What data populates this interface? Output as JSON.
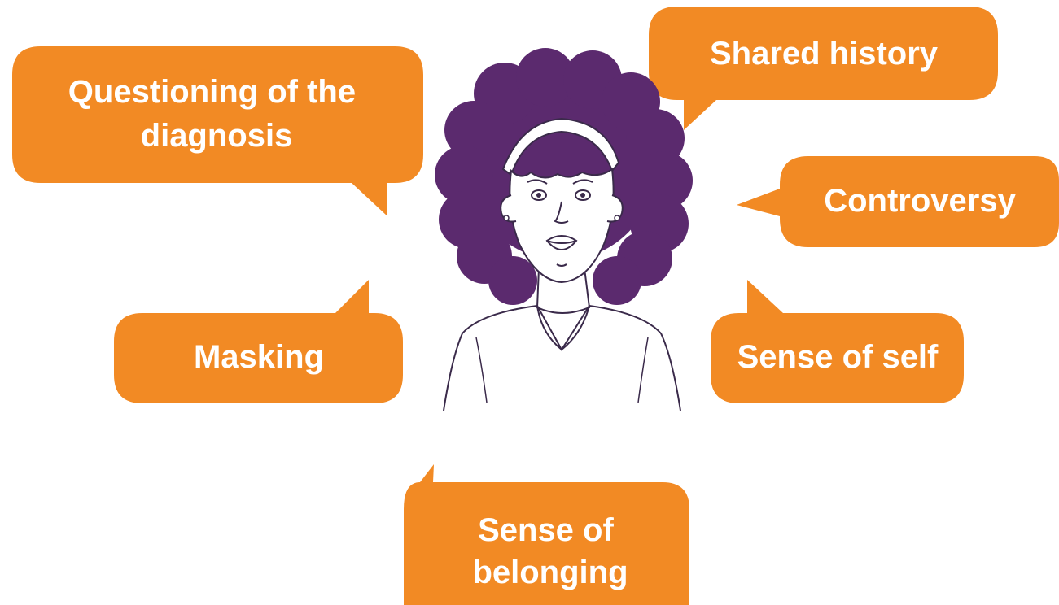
{
  "colors": {
    "bubble": "#F28A24",
    "bubble_text": "#FFFFFF",
    "hair": "#5B2A6E",
    "line": "#3A2A4A",
    "background": "#FFFFFF"
  },
  "figure": {
    "icon": "woman-with-curly-hair-illustration"
  },
  "bubbles": {
    "questioning": [
      "Questioning of the",
      "diagnosis"
    ],
    "shared_history": [
      "Shared history"
    ],
    "controversy": [
      "Controversy"
    ],
    "masking": [
      "Masking"
    ],
    "sense_of_self": [
      "Sense of self"
    ],
    "sense_of_belonging": [
      "Sense of",
      "belonging"
    ]
  }
}
